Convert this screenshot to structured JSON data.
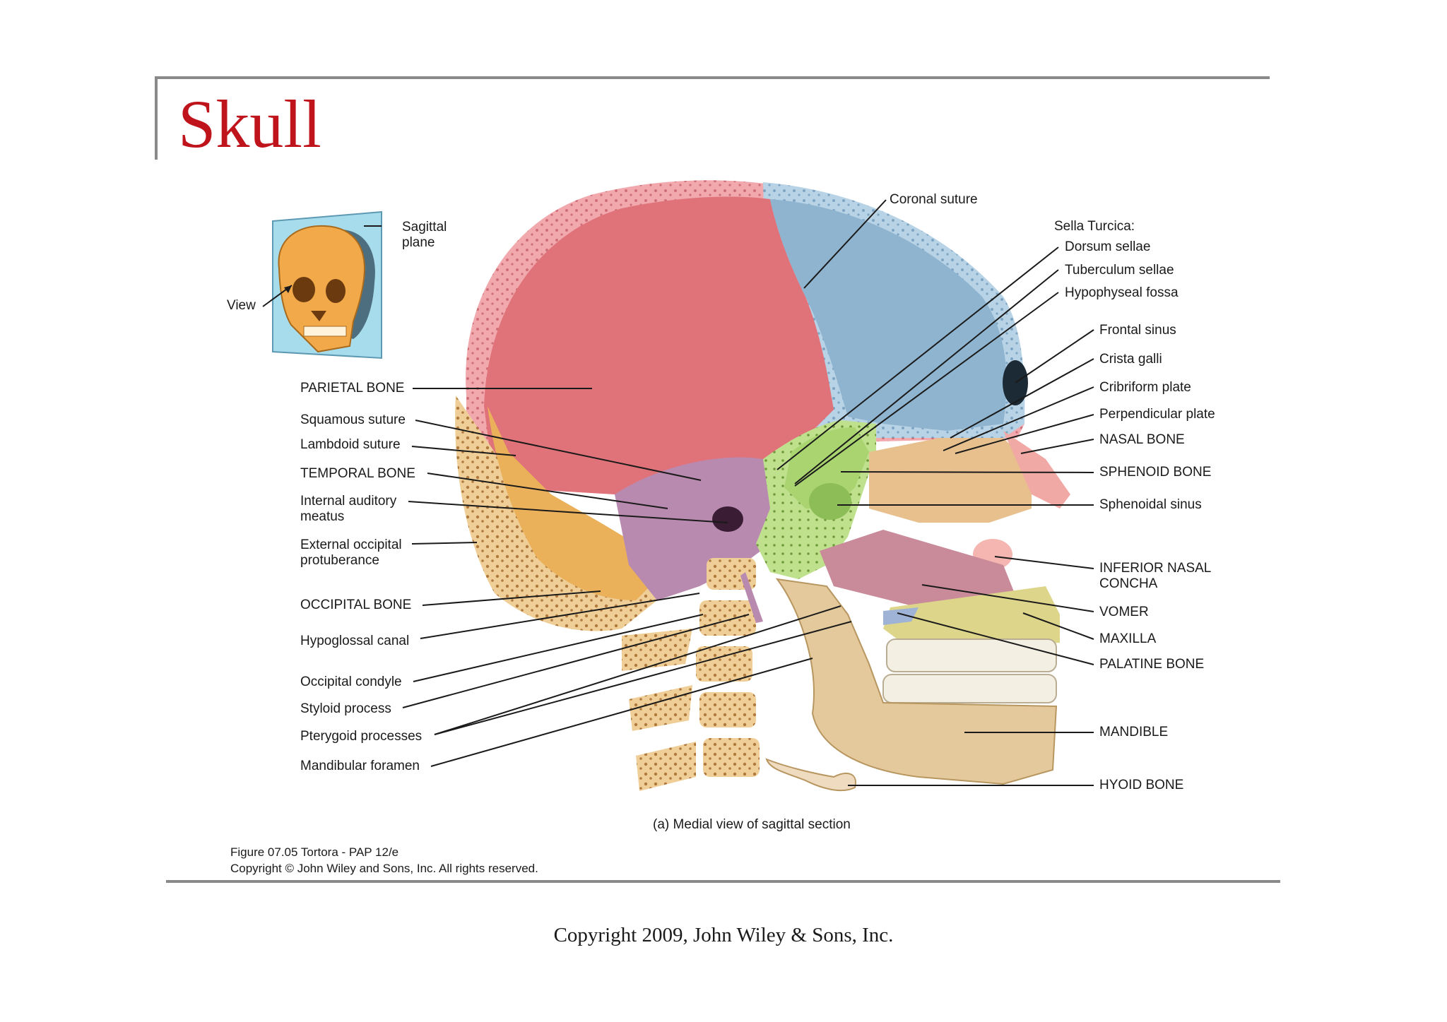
{
  "slide": {
    "title": "Skull",
    "footer": "Copyright 2009, John Wiley & Sons, Inc."
  },
  "figure": {
    "caption": "(a) Medial view of sagittal section",
    "credit_line1": "Figure 07.05  Tortora - PAP 12/e",
    "credit_line2": "Copyright © John Wiley and Sons, Inc. All rights reserved."
  },
  "inset": {
    "sagittal_plane": "Sagittal\nplane",
    "view": "View"
  },
  "labels_left": {
    "parietal_bone": "PARIETAL BONE",
    "squamous_suture": "Squamous suture",
    "lambdoid_suture": "Lambdoid suture",
    "temporal_bone": "TEMPORAL BONE",
    "internal_auditory_meatus": "Internal auditory\nmeatus",
    "external_occipital_protuberance": "External occipital\nprotuberance",
    "occipital_bone": "OCCIPITAL BONE",
    "hypoglossal_canal": "Hypoglossal canal",
    "occipital_condyle": "Occipital condyle",
    "styloid_process": "Styloid process",
    "pterygoid_processes": "Pterygoid processes",
    "mandibular_foramen": "Mandibular foramen"
  },
  "labels_right": {
    "coronal_suture": "Coronal suture",
    "sella_turcica": "Sella Turcica:",
    "dorsum_sellae": "Dorsum sellae",
    "tuberculum_sellae": "Tuberculum sellae",
    "hypophyseal_fossa": "Hypophyseal fossa",
    "frontal_sinus": "Frontal sinus",
    "crista_galli": "Crista galli",
    "cribriform_plate": "Cribriform plate",
    "perpendicular_plate": "Perpendicular plate",
    "nasal_bone": "NASAL BONE",
    "sphenoid_bone": "SPHENOID BONE",
    "sphenoidal_sinus": "Sphenoidal sinus",
    "inferior_nasal_concha": "INFERIOR NASAL\nCONCHA",
    "vomer": "VOMER",
    "maxilla": "MAXILLA",
    "palatine_bone": "PALATINE BONE",
    "mandible": "MANDIBLE",
    "hyoid_bone": "HYOID BONE"
  },
  "colors": {
    "title": "#c0141c",
    "parietal": "#e0727a",
    "frontal": "#8fb4cf",
    "occipital": "#eab15a",
    "temporal": "#b98ab0",
    "sphenoid": "#a9d46f",
    "ethmoid_bone": "#e8c08e",
    "vomer": "#c98a9a",
    "maxilla": "#dcd58a",
    "bone_neutral": "#e4c99c",
    "inset_plane": "#a7dcec"
  }
}
